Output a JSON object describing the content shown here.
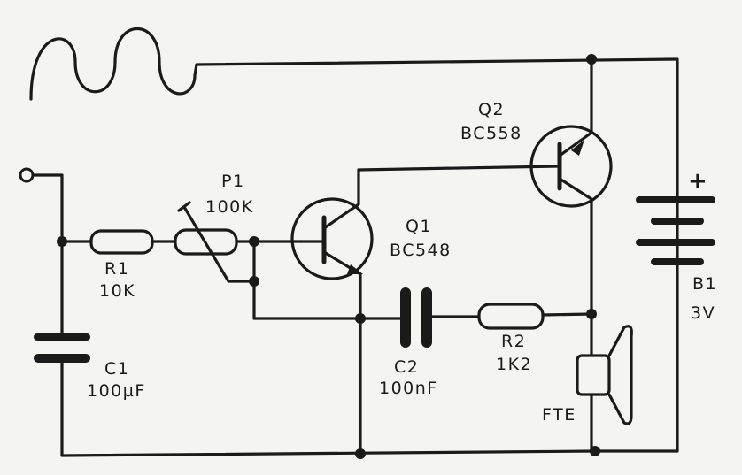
{
  "components": {
    "r1": {
      "ref": "R1",
      "value": "10K"
    },
    "p1": {
      "ref": "P1",
      "value": "100K"
    },
    "c1": {
      "ref": "C1",
      "value": "100µF"
    },
    "c2": {
      "ref": "C2",
      "value": "100nF"
    },
    "r2": {
      "ref": "R2",
      "value": "1K2"
    },
    "q1": {
      "ref": "Q1",
      "value": "BC548"
    },
    "q2": {
      "ref": "Q2",
      "value": "BC558"
    },
    "b1": {
      "ref": "B1",
      "value": "3V",
      "polarity": "+"
    },
    "fte": {
      "ref": "FTE"
    }
  }
}
